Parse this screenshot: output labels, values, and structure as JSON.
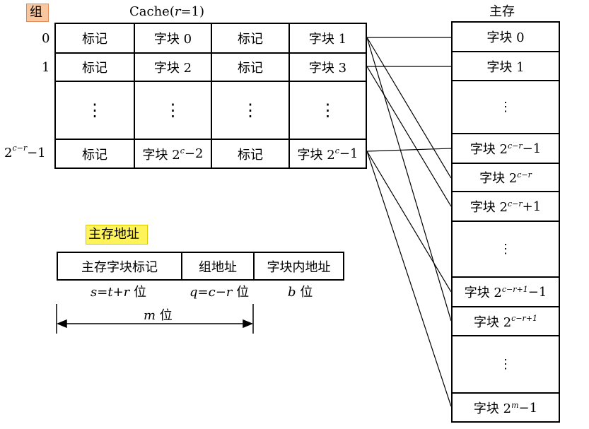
{
  "colors": {
    "group_highlight": "#F8C79F",
    "address_highlight": "#FFF35C",
    "line": "#000000"
  },
  "cache": {
    "group_header": "组",
    "title_prefix": "Cache(",
    "title_var": "r",
    "title_suffix": "=1)",
    "rows": [
      {
        "index": "0",
        "cells": [
          "标记",
          "字块 0",
          "标记",
          "字块 1"
        ]
      },
      {
        "index": "1",
        "cells": [
          "标记",
          "字块 2",
          "标记",
          "字块 3"
        ]
      },
      {
        "index": "",
        "cells": [
          "⋮",
          "⋮",
          "⋮",
          "⋮"
        ]
      }
    ],
    "last_row": {
      "index_base": "2",
      "index_exp": "c−r",
      "index_tail": "−1",
      "c1": "标记",
      "c2_base": "字块 2",
      "c2_exp": "c",
      "c2_tail": "−2",
      "c3": "标记",
      "c4_base": "字块 2",
      "c4_exp": "c",
      "c4_tail": "−1"
    }
  },
  "main_memory": {
    "title": "主存",
    "b0": "字块 0",
    "b1": "字块 1",
    "dots": "⋮",
    "b_a_base": "字块 2",
    "b_a_exp": "c−r",
    "b_a_tail": "−1",
    "b_b_base": "字块 2",
    "b_b_exp": "c−r",
    "b_c_base": "字块 2",
    "b_c_exp": "c−r",
    "b_c_tail": "+1",
    "b_d_base": "字块 2",
    "b_d_exp": "c−r+1",
    "b_d_tail": "−1",
    "b_e_base": "字块 2",
    "b_e_exp": "c−r+1",
    "b_last_base": "字块 2",
    "b_last_exp": "m",
    "b_last_tail": "−1"
  },
  "address": {
    "title": "主存地址",
    "fields": [
      "主存字块标记",
      "组地址",
      "字块内地址"
    ],
    "s_var": "s",
    "s_expr": "=t+r",
    "s_unit": " 位",
    "q_var": "q",
    "q_expr": "=c−r",
    "q_unit": " 位",
    "b_var": "b",
    "b_unit": " 位",
    "m_var": "m",
    "m_unit": " 位"
  }
}
